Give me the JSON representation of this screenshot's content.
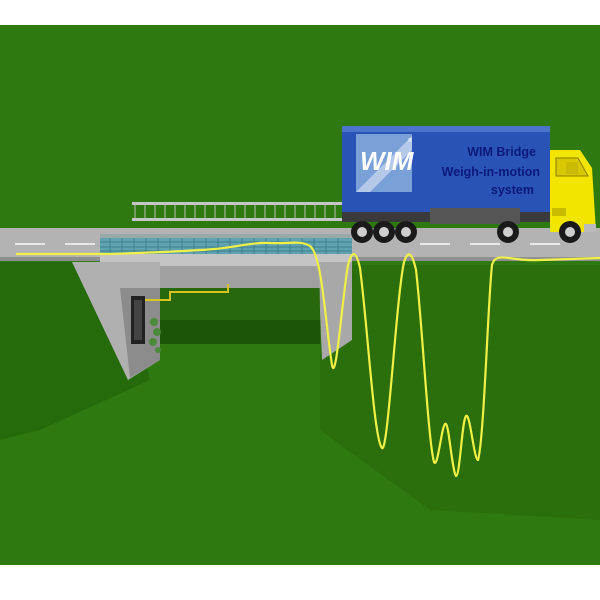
{
  "truck": {
    "logo": "WIM",
    "logo_mark": "®",
    "caption_line1": "WIM Bridge",
    "caption_line2": "Weigh-in-motion",
    "caption_line3": "system"
  },
  "colors": {
    "grass": "#2f7a10",
    "grass_dark": "#1f5a08",
    "road": "#b3b3b3",
    "concrete": "#a9a9a9",
    "trailer_blue": "#2a53b8",
    "cab_yellow": "#f2e600",
    "signal": "#f0f046"
  }
}
